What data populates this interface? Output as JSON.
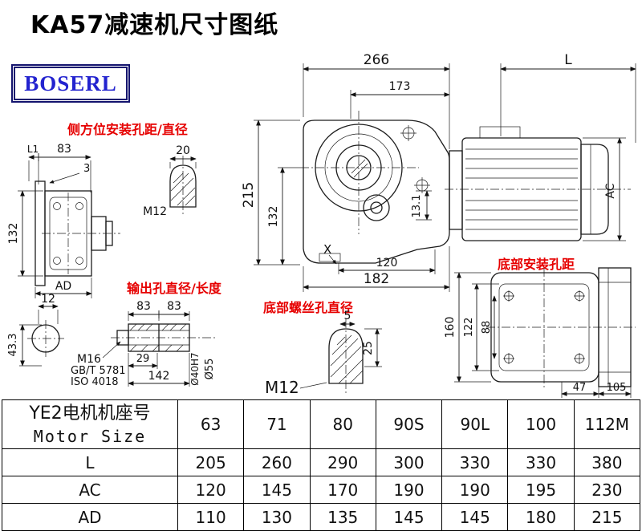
{
  "page": {
    "title": "KA57减速机尺寸图纸",
    "logo_text": "BOSERL"
  },
  "labels": {
    "side_mount": "侧方位安装孔距/直径",
    "output_hole": "输出孔直径/长度",
    "bottom_screw": "底部螺丝孔直径",
    "bottom_mount": "底部安装孔距"
  },
  "dims": {
    "main": {
      "overall_width": "266",
      "flange_width": "173",
      "motor_length": "L",
      "height": "215",
      "center_height": "132",
      "foot_offset": "13.1",
      "foot_width": "120",
      "base_width": "182",
      "motor_diameter": "AC",
      "x_mark": "X"
    },
    "side_view": {
      "l1": "L1",
      "w83": "83",
      "t3": "3",
      "h132": "132",
      "ad": "AD"
    },
    "side_plug": {
      "d20": "20",
      "thread": "M12"
    },
    "shaft": {
      "w12": "12",
      "h433": "43.3",
      "seg83a": "83",
      "seg83b": "83",
      "thread": "M16",
      "std1": "GB/T 5781",
      "std2": "ISO 4018",
      "l29": "29",
      "l142": "142",
      "bore": "Ø40H7",
      "od": "Ø55"
    },
    "bottom_plug": {
      "d5": "5",
      "h25": "25",
      "thread": "M12"
    },
    "bottom_view": {
      "h160": "160",
      "h122": "122",
      "h88": "88",
      "w47": "47",
      "w105": "105"
    }
  },
  "table": {
    "header_cn": "YE2电机机座号",
    "header_en": "Motor Size",
    "sizes": [
      "63",
      "71",
      "80",
      "90S",
      "90L",
      "100",
      "112M"
    ],
    "rows": [
      {
        "label": "L",
        "values": [
          "205",
          "260",
          "290",
          "300",
          "330",
          "330",
          "380"
        ]
      },
      {
        "label": "AC",
        "values": [
          "120",
          "145",
          "170",
          "190",
          "190",
          "195",
          "230"
        ]
      },
      {
        "label": "AD",
        "values": [
          "110",
          "130",
          "135",
          "145",
          "145",
          "180",
          "215"
        ]
      }
    ]
  }
}
